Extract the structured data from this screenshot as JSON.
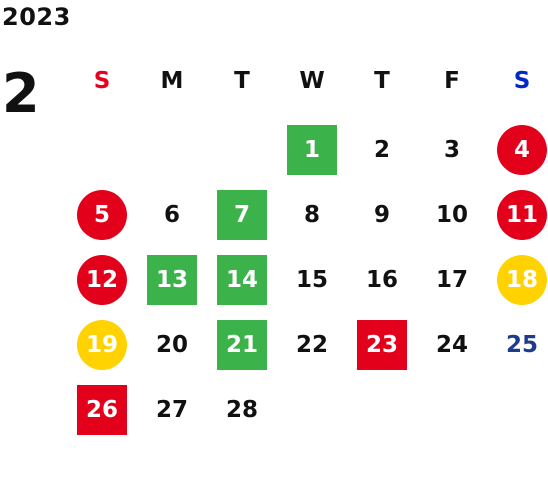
{
  "calendar": {
    "year": "2023",
    "month": "2",
    "weekdays": [
      {
        "label": "S",
        "color": "#e8001f"
      },
      {
        "label": "M",
        "color": "#111111"
      },
      {
        "label": "T",
        "color": "#111111"
      },
      {
        "label": "W",
        "color": "#111111"
      },
      {
        "label": "T",
        "color": "#111111"
      },
      {
        "label": "F",
        "color": "#111111"
      },
      {
        "label": "S",
        "color": "#0026cc"
      }
    ],
    "colors": {
      "red": "#e2001a",
      "green": "#3cb34a",
      "yellow": "#ffd200",
      "blue_text": "#1e3c8c"
    },
    "weeks": [
      [
        {
          "day": "",
          "style": "none"
        },
        {
          "day": "",
          "style": "none"
        },
        {
          "day": "",
          "style": "none"
        },
        {
          "day": "1",
          "style": "green-square"
        },
        {
          "day": "2",
          "style": "none"
        },
        {
          "day": "3",
          "style": "none"
        },
        {
          "day": "4",
          "style": "red-circle"
        }
      ],
      [
        {
          "day": "5",
          "style": "red-circle"
        },
        {
          "day": "6",
          "style": "none"
        },
        {
          "day": "7",
          "style": "green-square"
        },
        {
          "day": "8",
          "style": "none"
        },
        {
          "day": "9",
          "style": "none"
        },
        {
          "day": "10",
          "style": "none"
        },
        {
          "day": "11",
          "style": "red-circle"
        }
      ],
      [
        {
          "day": "12",
          "style": "red-circle"
        },
        {
          "day": "13",
          "style": "green-square"
        },
        {
          "day": "14",
          "style": "green-square"
        },
        {
          "day": "15",
          "style": "none"
        },
        {
          "day": "16",
          "style": "none"
        },
        {
          "day": "17",
          "style": "none"
        },
        {
          "day": "18",
          "style": "yellow-circle"
        }
      ],
      [
        {
          "day": "19",
          "style": "yellow-circle"
        },
        {
          "day": "20",
          "style": "none"
        },
        {
          "day": "21",
          "style": "green-square"
        },
        {
          "day": "22",
          "style": "none"
        },
        {
          "day": "23",
          "style": "red-square"
        },
        {
          "day": "24",
          "style": "none"
        },
        {
          "day": "25",
          "style": "blue-text"
        }
      ],
      [
        {
          "day": "26",
          "style": "red-square"
        },
        {
          "day": "27",
          "style": "none"
        },
        {
          "day": "28",
          "style": "none"
        },
        {
          "day": "",
          "style": "none"
        },
        {
          "day": "",
          "style": "none"
        },
        {
          "day": "",
          "style": "none"
        },
        {
          "day": "",
          "style": "none"
        }
      ]
    ]
  }
}
